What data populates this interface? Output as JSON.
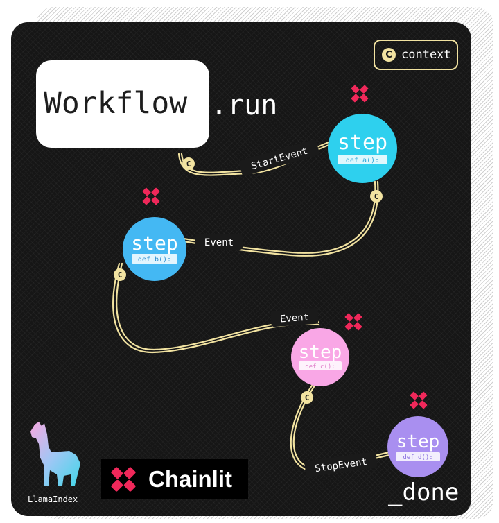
{
  "title": {
    "main": "Workflow",
    "suffix": ".run"
  },
  "context_badge": {
    "icon_letter": "C",
    "label": "context"
  },
  "steps": [
    {
      "id": "a",
      "title": "step",
      "code": "def a():",
      "color": "#2ed0ee"
    },
    {
      "id": "b",
      "title": "step",
      "code": "def b():",
      "color": "#44b8f3"
    },
    {
      "id": "c",
      "title": "step",
      "code": "def c():",
      "color": "#f9a7e6"
    },
    {
      "id": "d",
      "title": "step",
      "code": "def d():",
      "color": "#a98ff0"
    }
  ],
  "events": [
    "StartEvent",
    "Event",
    "Event",
    "StopEvent"
  ],
  "context_marker": "C",
  "done_label": "_done",
  "logos": {
    "llamaindex": "LlamaIndex",
    "chainlit": "Chainlit"
  },
  "colors": {
    "connector": "#f2e3a1",
    "star": "#f0285a",
    "board": "#161616"
  }
}
